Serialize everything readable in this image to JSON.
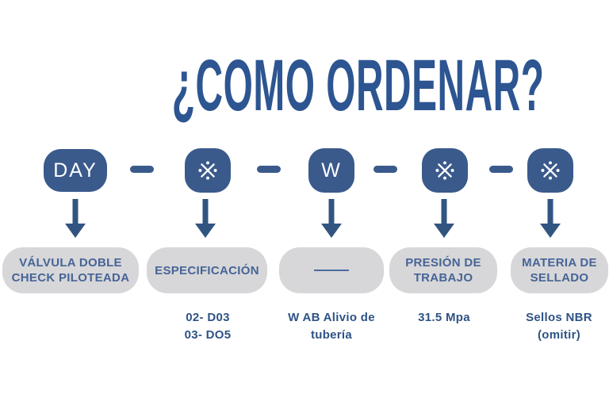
{
  "title": "¿COMO ORDENAR?",
  "colors": {
    "badge_blue": "#3A5A8C",
    "title_blue": "#2D5591",
    "arrow_blue": "#325480",
    "box_gray": "#D7D7D9",
    "box_text_blue": "#466496",
    "detail_text_blue": "#2E5385"
  },
  "code_row": {
    "separator_symbol": "-",
    "badges": [
      {
        "type": "text",
        "value": "DAY"
      },
      {
        "type": "symbol",
        "value": "※",
        "icon": "reference-mark"
      },
      {
        "type": "text",
        "value": "W"
      },
      {
        "type": "symbol",
        "value": "※",
        "icon": "reference-mark"
      },
      {
        "type": "symbol",
        "value": "※",
        "icon": "reference-mark"
      }
    ]
  },
  "columns": [
    {
      "label_lines": [
        "VÁLVULA DOBLE",
        "CHECK PILOTEADA"
      ],
      "detail_lines": []
    },
    {
      "label_lines": [
        "ESPECIFICACIÓN"
      ],
      "detail_lines": [
        "02- D03",
        "03- DO5"
      ]
    },
    {
      "label_lines": [],
      "blank_field": true,
      "detail_lines": [
        "W AB Alivio de",
        "tubería"
      ]
    },
    {
      "label_lines": [
        "PRESIÓN DE",
        "TRABAJO"
      ],
      "detail_lines": [
        "31.5 Mpa"
      ]
    },
    {
      "label_lines": [
        "MATERIA DE",
        "SELLADO"
      ],
      "detail_lines": [
        "Sellos NBR",
        "(omitir)"
      ]
    }
  ]
}
